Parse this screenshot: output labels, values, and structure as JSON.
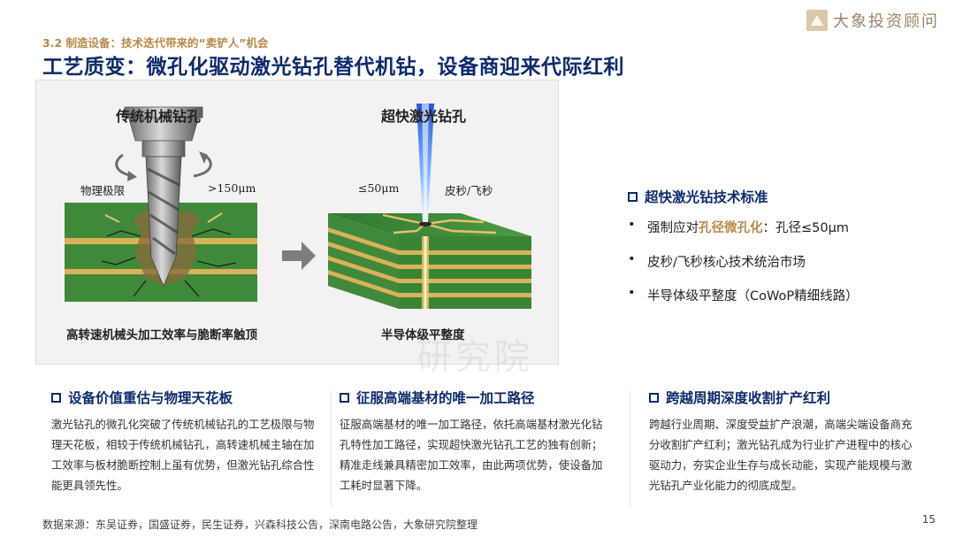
{
  "header": {
    "section_tag": "3.2 制造设备：技术迭代带来的“卖铲人”机会",
    "title": "工艺质变：微孔化驱动激光钻孔替代机钻，设备商迎来代际红利",
    "brand_name": "大象投资顾问"
  },
  "illustration": {
    "left_title": "传统机械钻孔",
    "left_limit": "物理极限",
    "left_size": ">150μm",
    "left_caption": "高转速机械头加工效率与脆断率触顶",
    "right_title": "超快激光钻孔",
    "right_size": "≤50μm",
    "right_pulse": "皮秒/飞秒",
    "right_caption": "半导体级平整度",
    "watermark": "研究院"
  },
  "standards": {
    "heading": "超快激光钻技术标准",
    "item1_prefix": "强制应对",
    "item1_highlight": "孔径微孔化",
    "item1_suffix": "：孔径≤50μm",
    "item2": "皮秒/飞秒核心技术统治市场",
    "item3": "半导体级平整度（CoWoP精细线路）"
  },
  "columns": [
    {
      "heading": "设备价值重估与物理天花板",
      "body": "激光钻孔的微孔化突破了传统机械钻孔的工艺极限与物理天花板，相较于传统机械钻孔，高转速机械主轴在加工效率与板材脆断控制上虽有优势，但激光钻孔综合性能更具领先性。"
    },
    {
      "heading": "征服高端基材的唯一加工路径",
      "body": "征服高端基材的唯一加工路径，依托高端基材激光化钻孔特性加工路径，实现超快激光钻孔工艺的独有创新；精准走线兼具精密加工效率，由此两项优势，使设备加工耗时显著下降。"
    },
    {
      "heading": "跨越周期深度收割扩产红利",
      "body": "跨越行业周期、深度受益扩产浪潮，高端尖端设备商充分收割扩产红利；激光钻孔成为行业扩产进程中的核心驱动力，夯实企业生存与成长动能，实现产能规模与激光钻孔产业化能力的彻底成型。"
    }
  ],
  "footer": {
    "source": "数据来源：东吴证券，国盛证券，民生证券，兴森科技公告，深南电路公告，大象研究院整理",
    "page_number": "15"
  },
  "colors": {
    "title_navy": "#0d2b6b",
    "accent_gold": "#b68a4a",
    "pcb_green": "#3e8a3a",
    "copper": "#d9b25a"
  }
}
